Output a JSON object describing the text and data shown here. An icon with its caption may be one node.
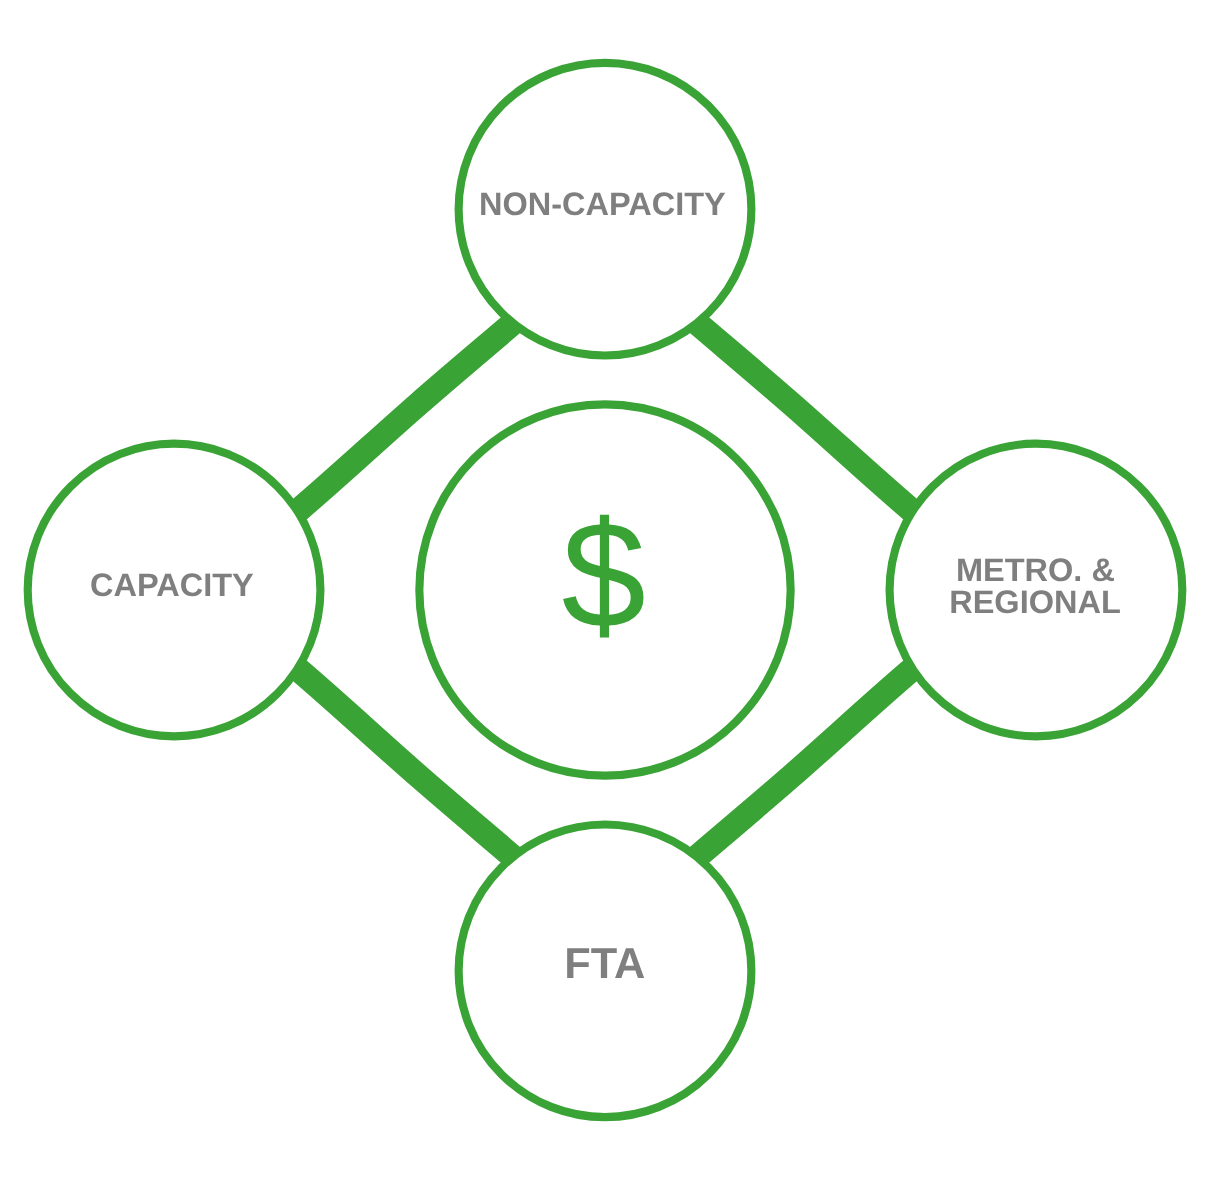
{
  "diagram": {
    "nodes": [
      {
        "text": [
          "NON-CAPACITY"
        ]
      },
      {
        "text": [
          "CAPACITY"
        ]
      },
      {
        "text": [
          "$"
        ]
      },
      {
        "text": [
          "METRO. & REGIONAL"
        ]
      },
      {
        "text": [
          "FTA"
        ]
      }
    ],
    "edges": [
      {
        "from": 0,
        "to": 3,
        "arrow": "none"
      },
      {
        "from": 3,
        "to": 4,
        "arrow": "none"
      },
      {
        "from": 4,
        "to": 1,
        "arrow": "none"
      },
      {
        "from": 1,
        "to": 0,
        "arrow": "none"
      }
    ]
  }
}
